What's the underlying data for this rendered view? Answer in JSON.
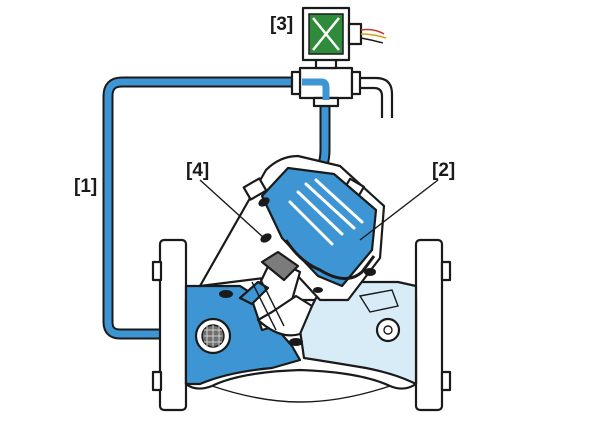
{
  "labels": {
    "pilot_tube": "[1]",
    "diaphragm": "[2]",
    "solenoid": "[3]",
    "seal": "[4]"
  },
  "colors": {
    "water_dark": "#3d96d3",
    "water_light": "#d8ecf8",
    "body_outline": "#1a1a1a",
    "background": "#ffffff",
    "solenoid_green": "#2f8a3a",
    "wire_red": "#c0392b",
    "wire_yellow": "#d4a017"
  }
}
